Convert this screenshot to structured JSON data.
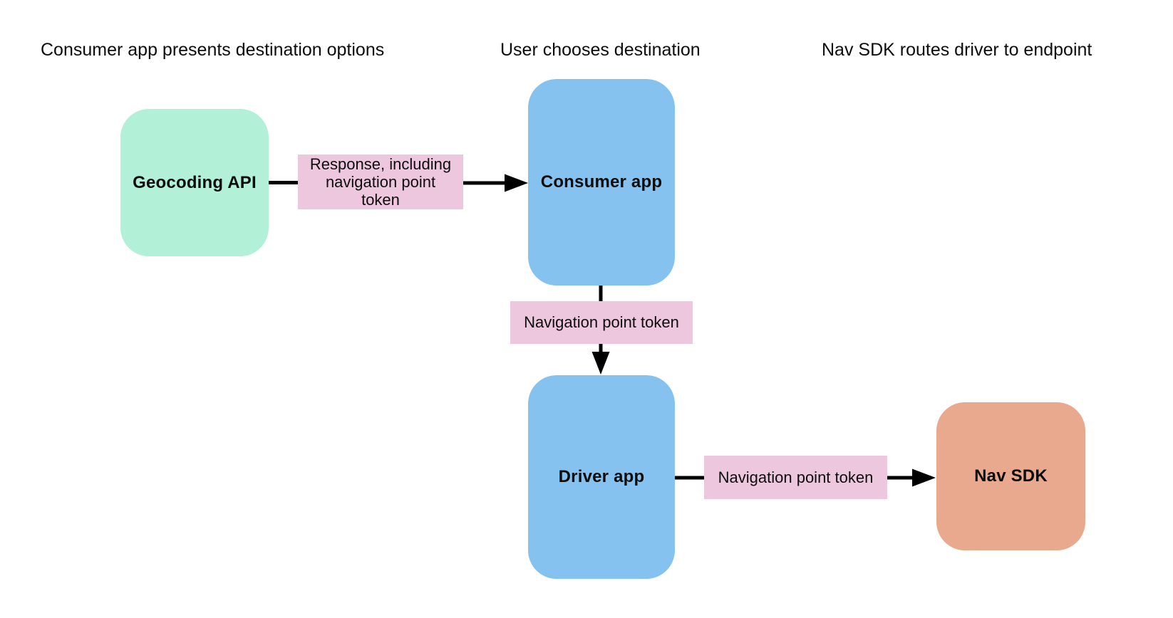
{
  "canvas": {
    "background": "#ffffff"
  },
  "colors": {
    "arrow": "#000000",
    "text": "#0d0d0d"
  },
  "headers": [
    {
      "text": "Consumer app presents destination options"
    },
    {
      "text": "User chooses destination"
    },
    {
      "text": "Nav SDK routes driver to endpoint"
    }
  ],
  "nodes": {
    "geocoding_api": {
      "label": "Geocoding API",
      "fill": "#b2f0d8"
    },
    "consumer_app": {
      "label": "Consumer app",
      "fill": "#85c2f0"
    },
    "driver_app": {
      "label": "Driver app",
      "fill": "#85c2f0"
    },
    "nav_sdk": {
      "label": "Nav SDK",
      "fill": "#e8a98e"
    }
  },
  "edges": {
    "geocoding_to_consumer": {
      "label": "Response, including navigation point token",
      "label_fill": "#ecc7dd"
    },
    "consumer_to_driver": {
      "label": "Navigation point token",
      "label_fill": "#ecc7dd"
    },
    "driver_to_nav_sdk": {
      "label": "Navigation point token",
      "label_fill": "#ecc7dd"
    }
  }
}
